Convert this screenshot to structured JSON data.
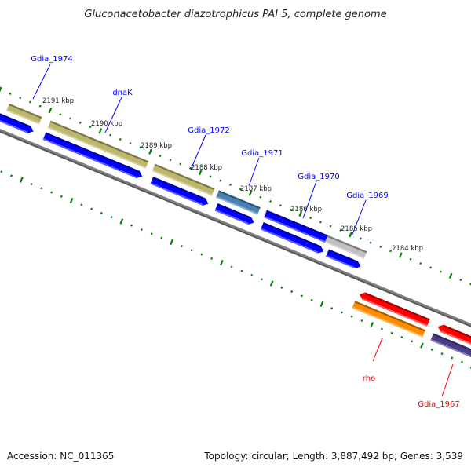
{
  "title": "Gluconacetobacter diazotrophicus PAI 5, complete genome",
  "footer": {
    "accession": "Accession: NC_011365",
    "summary": "Topology: circular; Length: 3,887,492 bp; Genes: 3,539"
  },
  "colors": {
    "backbone": "#808080",
    "ticks": "#008000",
    "forward_label": "#0000ff",
    "reverse_label": "#ff0000",
    "cds_blue": "#0000ff",
    "tan": "#bdb76b",
    "steelblue": "#4682b4",
    "gray": "#c0c0c0",
    "red": "#ff0000",
    "orange": "#ff8c00",
    "purple": "#483d8b"
  },
  "tick_labels": [
    "2191 kbp",
    "2190 kbp",
    "2189 kbp",
    "2188 kbp",
    "2187 kbp",
    "2186 kbp",
    "2185 kbp",
    "2184 kbp"
  ],
  "gene_labels": [
    {
      "text": "Gdia_1974",
      "strand": "forward"
    },
    {
      "text": "dnaK",
      "strand": "forward"
    },
    {
      "text": "Gdia_1972",
      "strand": "forward"
    },
    {
      "text": "Gdia_1971",
      "strand": "forward"
    },
    {
      "text": "Gdia_1970",
      "strand": "forward"
    },
    {
      "text": "Gdia_1969",
      "strand": "forward"
    },
    {
      "text": "rho",
      "strand": "reverse"
    },
    {
      "text": "Gdia_1967",
      "strand": "reverse"
    }
  ]
}
